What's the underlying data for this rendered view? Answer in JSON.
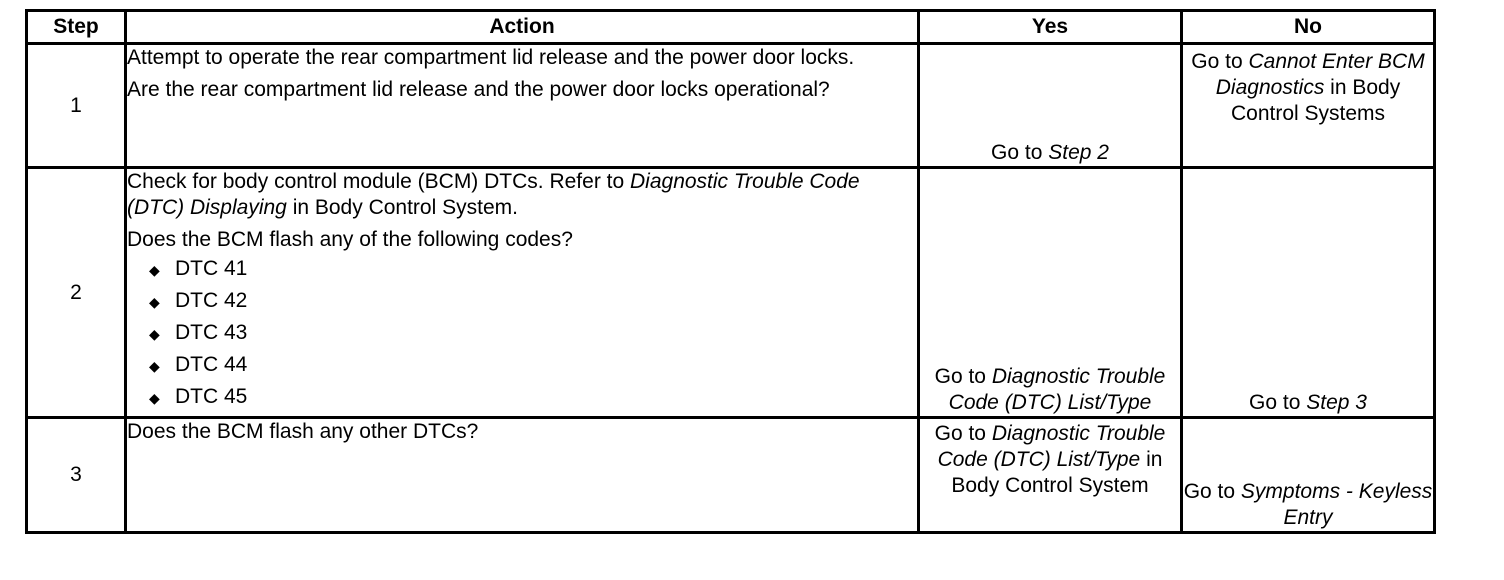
{
  "headers": {
    "step": "Step",
    "action": "Action",
    "yes": "Yes",
    "no": "No"
  },
  "rows": [
    {
      "step": "1",
      "action": {
        "p1": "Attempt to operate the rear compartment lid release and the power door locks.",
        "p2": "Are the rear compartment lid release and the power door locks operational?"
      },
      "yes": {
        "prefix": "Go to ",
        "link": "Step 2"
      },
      "no": {
        "prefix": "Go to ",
        "link": "Cannot Enter BCM Diagnostics",
        "suffix": " in Body Control Systems"
      }
    },
    {
      "step": "2",
      "action": {
        "p1_prefix": "Check for body control module (BCM) DTCs. Refer to ",
        "p1_link": "Diagnostic Trouble Code (DTC) Displaying",
        "p1_suffix": " in Body Control System.",
        "p2": "Does the BCM flash any of the following codes?",
        "codes": [
          "DTC 41",
          "DTC 42",
          "DTC 43",
          "DTC 44",
          "DTC 45"
        ]
      },
      "yes": {
        "prefix": "Go to ",
        "link": "Diagnostic Trouble Code (DTC) List/Type"
      },
      "no": {
        "prefix": "Go to ",
        "link": "Step 3"
      }
    },
    {
      "step": "3",
      "action": {
        "p1": "Does the BCM flash any other DTCs?"
      },
      "yes": {
        "prefix": "Go to ",
        "link": "Diagnostic Trouble Code (DTC) List/Type",
        "suffix": " in Body Control System"
      },
      "no": {
        "prefix": "Go to ",
        "link": "Symptoms - Keyless Entry"
      }
    }
  ]
}
